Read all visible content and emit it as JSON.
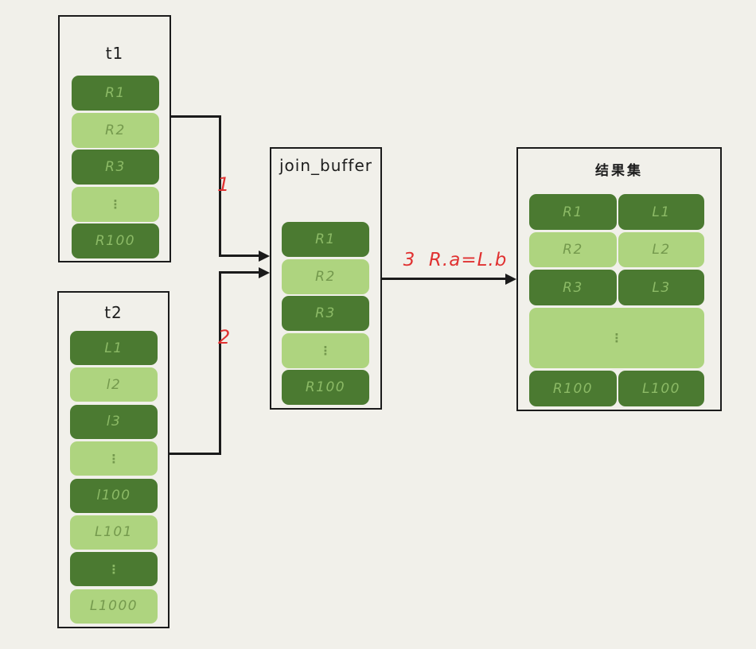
{
  "colors": {
    "background": "#f1f0ea",
    "dark_green": "#4b7a31",
    "light_green": "#aed47f",
    "text_on_dark": "#8cba66",
    "text_on_light": "#74994d",
    "outline_black": "#1b1b1b",
    "step_red": "#e03131"
  },
  "t1": {
    "title": "t1",
    "rows": [
      {
        "label": "R1",
        "tone": "dark"
      },
      {
        "label": "R2",
        "tone": "light"
      },
      {
        "label": "R3",
        "tone": "dark"
      },
      {
        "label": "⋮",
        "tone": "light",
        "dots": true
      },
      {
        "label": "R100",
        "tone": "dark"
      }
    ]
  },
  "t2": {
    "title": "t2",
    "rows": [
      {
        "label": "L1",
        "tone": "dark"
      },
      {
        "label": "l2",
        "tone": "light"
      },
      {
        "label": "l3",
        "tone": "dark"
      },
      {
        "label": "⋮",
        "tone": "light",
        "dots": true
      },
      {
        "label": "l100",
        "tone": "dark"
      },
      {
        "label": "L101",
        "tone": "light"
      },
      {
        "label": "⋮",
        "tone": "dark",
        "dots": true
      },
      {
        "label": "L1000",
        "tone": "light"
      }
    ]
  },
  "join_buffer": {
    "title": "join_buffer",
    "rows": [
      {
        "label": "R1",
        "tone": "dark"
      },
      {
        "label": "R2",
        "tone": "light"
      },
      {
        "label": "R3",
        "tone": "dark"
      },
      {
        "label": "⋮",
        "tone": "light",
        "dots": true
      },
      {
        "label": "R100",
        "tone": "dark"
      }
    ]
  },
  "result": {
    "title": "结果集",
    "rows": [
      {
        "left": "R1",
        "right": "L1",
        "tone": "dark"
      },
      {
        "left": "R2",
        "right": "L2",
        "tone": "light",
        "mid": true
      },
      {
        "left": "R3",
        "right": "L3",
        "tone": "dark"
      },
      {
        "label": "⋮",
        "tone": "light",
        "dots": true
      },
      {
        "left": "R100",
        "right": "L100",
        "tone": "dark"
      }
    ]
  },
  "steps": {
    "step1": "1",
    "step2": "2",
    "step3": "3  R.a=L.b"
  }
}
